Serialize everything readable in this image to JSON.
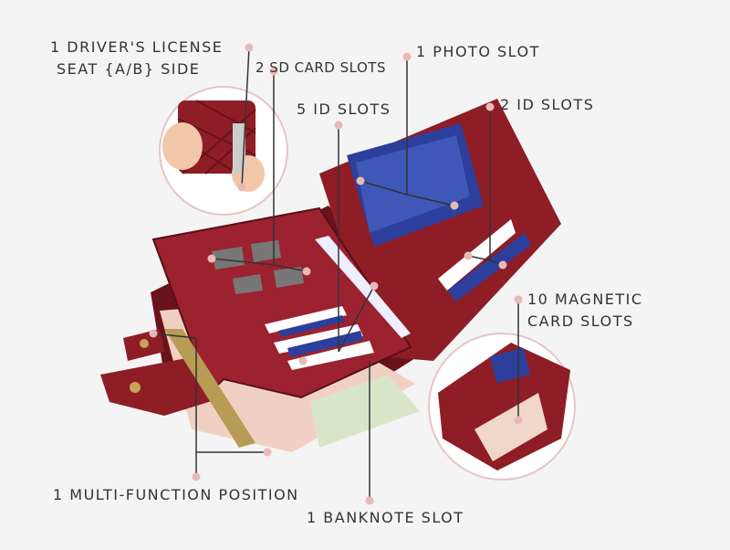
{
  "labels": {
    "drivers_license_1": "1 DRIVER'S LICENSE",
    "drivers_license_2": "SEAT {A/B} SIDE",
    "sd_card": "2 SD CARD SLOTS",
    "photo_slot": "1 PHOTO SLOT",
    "five_id": "5 ID SLOTS",
    "two_id": "2 ID SLOTS",
    "magnetic_1": "10 MAGNETIC",
    "magnetic_2": "CARD SLOTS",
    "multi_function": "1 MULTI-FUNCTION POSITION",
    "banknote": "1 BANKNOTE SLOT"
  },
  "colors": {
    "wallet": "#8e1d26",
    "wallet_dark": "#6a121a",
    "dot": "#e8b9b9",
    "card_blue": "#2c3f9c",
    "background": "#f4f4f4"
  }
}
